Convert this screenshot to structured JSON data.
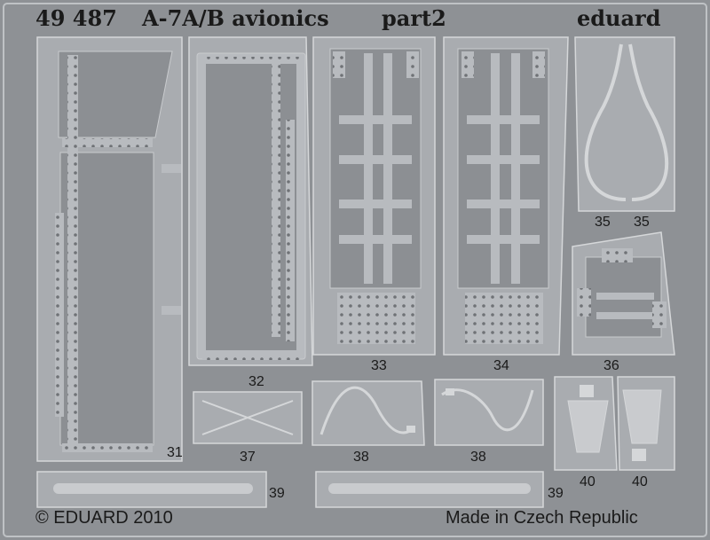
{
  "header": {
    "catalog_number": "49 487",
    "title": "A-7A/B avionics",
    "part": "part2",
    "brand": "eduard"
  },
  "part_numbers": {
    "p31": "31",
    "p32": "32",
    "p33": "33",
    "p34": "34",
    "p35a": "35",
    "p35b": "35",
    "p36": "36",
    "p37": "37",
    "p38a": "38",
    "p38b": "38",
    "p39a": "39",
    "p39b": "39",
    "p40a": "40",
    "p40b": "40"
  },
  "footer": {
    "copyright": "© EDUARD 2010",
    "origin": "Made in Czech Republic"
  },
  "colors": {
    "fret_background": "#8e9195",
    "part_fill": "#a9acb0",
    "part_inner": "#8c8f93",
    "part_edge": "#d5d7d9",
    "text": "#1a1a1a"
  }
}
